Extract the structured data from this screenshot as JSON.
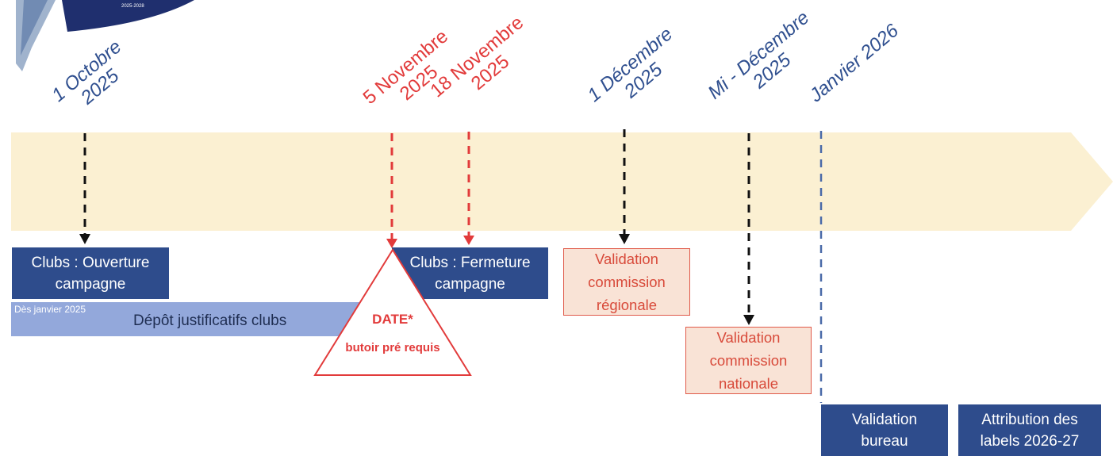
{
  "header_logo": {
    "year_text": "2025-2028"
  },
  "timeline": {
    "dates": [
      {
        "id": "oct",
        "text": "1 Octobre\n2025",
        "color": "blue"
      },
      {
        "id": "nov5",
        "text": "5 Novembre\n2025",
        "color": "red"
      },
      {
        "id": "nov18",
        "text": "18 Novembre\n2025",
        "color": "red"
      },
      {
        "id": "dec1",
        "text": "1 Décembre\n2025",
        "color": "blue"
      },
      {
        "id": "middec",
        "text": "Mi - Décembre\n2025",
        "color": "blue"
      },
      {
        "id": "jan26",
        "text": "Janvier 2026",
        "color": "blue"
      }
    ],
    "boxes": {
      "ouverture": "Clubs : Ouverture\ncampagne",
      "fermeture": "Clubs : Fermeture\ncampagne",
      "regionale": "Validation\ncommission\nrégionale",
      "nationale": "Validation\ncommission\nnationale",
      "bureau": "Validation\nbureau",
      "attribution": "Attribution des\nlabels 2026-27"
    },
    "depot": {
      "since": "Dès  janvier 2025",
      "label": "Dépôt justificatifs clubs"
    },
    "deadline": {
      "line1": "DATE*",
      "line2": "butoir pré requis"
    }
  },
  "colors": {
    "band": "#fbf0d2",
    "blue_box": "#2e4c8c",
    "light_blue_bar": "#93a8db",
    "red": "#e23b3b",
    "pink_box": "#f9e3d6"
  }
}
